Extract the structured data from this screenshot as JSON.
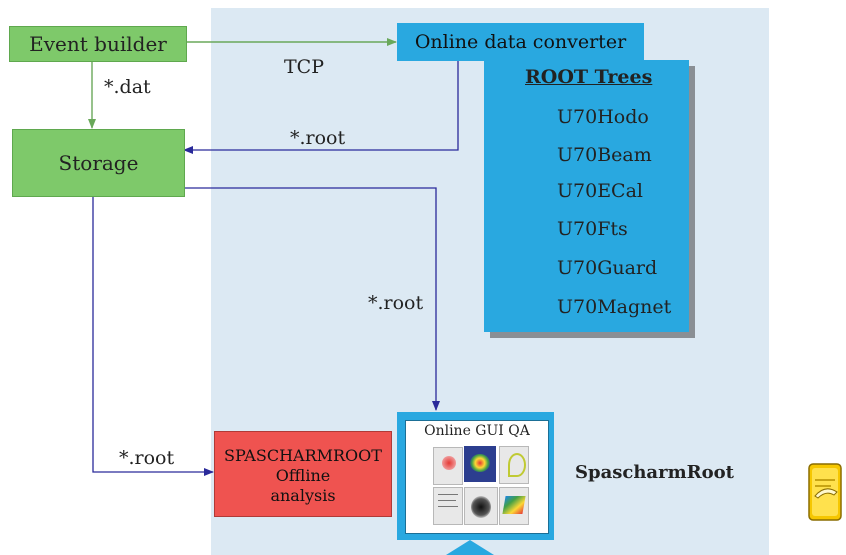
{
  "nodes": {
    "event_builder": "Event builder",
    "storage": "Storage",
    "online_converter": "Online data converter",
    "offline_analysis": [
      "SPASCHARMROOT",
      "Offline",
      "analysis"
    ],
    "online_gui": "Online GUI QA",
    "brand": "SpascharmRoot"
  },
  "root_trees": {
    "title": "ROOT Trees",
    "items": [
      "U70Hodo",
      "U70Beam",
      "U70ECal",
      "U70Fts",
      "U70Guard",
      "U70Magnet"
    ]
  },
  "edges": {
    "tcp": "TCP",
    "dat": "*.dat",
    "root_to_storage": "*.root",
    "root_to_gui": "*.root",
    "root_to_offline": "*.root"
  },
  "colors": {
    "panel": "#dce9f3",
    "green_node": "#7ec96a",
    "blue_node": "#29a8e0",
    "red_node": "#ef5350",
    "green_edge": "#6aa85a",
    "blue_edge": "#2a2a9a"
  },
  "icons": [
    "comment-note-icon"
  ]
}
